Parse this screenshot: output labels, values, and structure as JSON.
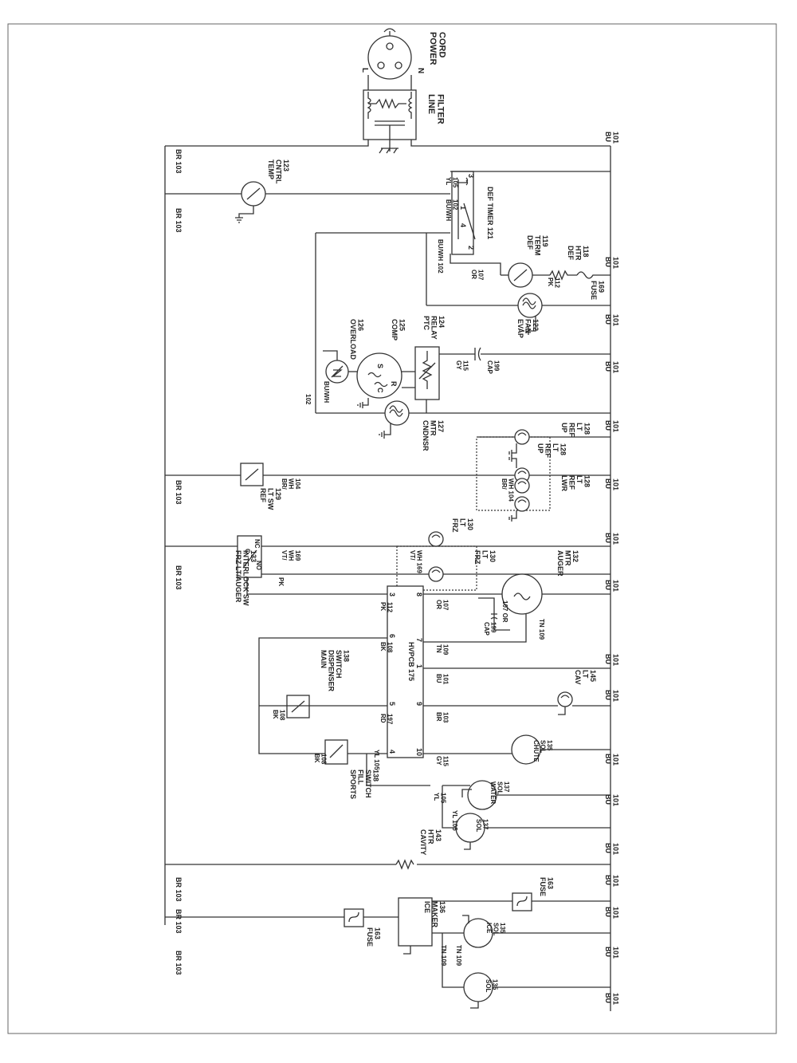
{
  "colors": {
    "ink": "#333333",
    "background": "#ffffff"
  },
  "top": {
    "power_cord": "POWER\nCORD",
    "cord_n": "N",
    "cord_l": "L",
    "line_filter": "LINE\nFILTER"
  },
  "rails": {
    "bu": [
      "BU\n101",
      "BU\n101",
      "BU\n101",
      "BU\n101",
      "BU\n101",
      "BU\n101",
      "BU\n101",
      "BU\n101",
      "BU\n101",
      "BU\n101",
      "BU\n101",
      "BU\n101",
      "BU\n101",
      "BU\n101",
      "BU\n101",
      "BU\n101",
      "BU\n101"
    ],
    "br": [
      "BR 103",
      "BR 103",
      "BR 103",
      "BR 103",
      "BR 103",
      "BR 103",
      "BR 103"
    ]
  },
  "labels": {
    "temp_cntrl": "TEMP\nCNTRL\n123",
    "def_timer": "DEF TIMER 121",
    "yl105": "YL\n105",
    "buwh102": "BU/WH\n102",
    "buwh102_b": "BU/WH 102",
    "or107": "OR\n107",
    "def_term": "DEF\nTERM\n119",
    "def_htr": "DEF\nHTR\n118",
    "pk112": "PK\n112",
    "fuse169": "FUSE\n169",
    "evap_fan": "EVAP\nFAN\n122",
    "cap199": "CAP\n199",
    "ptc_relay": "PTC\nRELAY\n124",
    "gy115": "GY\n115",
    "comp": "COMP\n125",
    "overload": "OVERLOAD\n126",
    "buwh_comp": "BU/WH",
    "w102": "102",
    "cndnsr_mtr": "CNDNSR\nMTR\n127",
    "up_ref_lt": "UP\nREF\nLT\n128",
    "up_ref_lt2": "UP\nREF\nLT\n128",
    "lwr_ref_lt": "LWR\nREF\nLT\n128",
    "brwh104": "BR/\nWH 104",
    "brwh104_b": "BR/\nWH\n104",
    "ref_lt_sw": "REF\nLT SW\n129",
    "frz_lt1": "FRZ\nLT\n130",
    "frz_lt2": "FRZ\nLT\n130",
    "vtwh169": "VT/\nWH 169",
    "vtwh169_b": "VT/\nWH\n169",
    "frz_interlock": "FRZ LT/AUGER\nINTERLOCK SW\n133",
    "sw_nc": "NC",
    "sw_c": "C",
    "sw_no": "NO",
    "pk112_b": "PK",
    "auger_mtr": "AUGER\nMTR\n132",
    "or107_b": "107   OR",
    "cap199_b": "CAP\n199",
    "tn109": "TN 109",
    "hvpcb": "HVPCB 175",
    "pins": [
      "3",
      "6",
      "5",
      "4",
      "8",
      "7",
      "1",
      "9",
      "10"
    ],
    "pk112_pin": "PK\n112",
    "bk108_pin": "BK\n108",
    "rd197_pin": "RD\n197",
    "yl105_pin": "YL 105",
    "or107_pin": "OR\n107",
    "tn109_pin": "TN\n109",
    "bu101_pin": "BU\n101",
    "br103_pin": "BR\n103",
    "gy115_pin": "GY\n115",
    "main_disp": "MAIN\nDISPENSER\nSWITCH\n138",
    "bk108": "BK\n108",
    "bk108_b": "BK\n108",
    "sports_fill": "SPORTS\nFILL\nSWITCH\n138",
    "cav_lt": "CAV\nLT\n145",
    "chute_sol": "CHUTE\nSOL\n135",
    "water_sol": "WATER\nSOL\n137",
    "yl105_c": "YL\n105",
    "yl105_d": "YL 105",
    "sol137": "SOL\n137",
    "cavity_htr": "CAVITY\nHTR\n143",
    "fuse163_a": "FUSE\n163",
    "ice_maker": "ICE\nMAKER\n136",
    "fuse163_b": "FUSE\n163",
    "ice_sol": "ICE\nSOL\n135",
    "tn109_b": "TN 109",
    "tn109_c": "TN 109",
    "sol135": "SOL\n135",
    "comp_s": "S",
    "comp_r": "R",
    "comp_c": "C",
    "t3": "3",
    "t1": "1",
    "t4": "4",
    "t2": "2"
  }
}
